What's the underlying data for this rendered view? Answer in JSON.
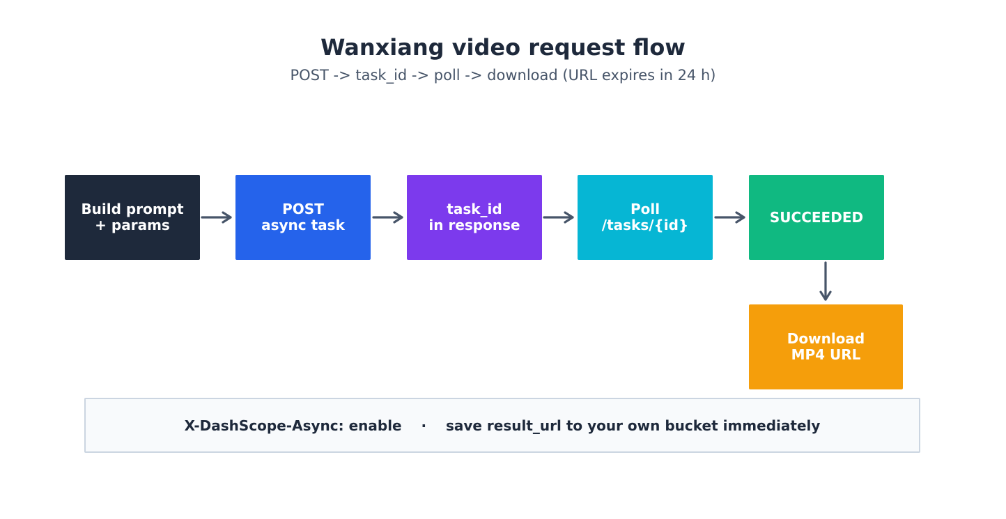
{
  "title": "Wanxiang video request flow",
  "subtitle": "POST -> task_id -> poll -> download (URL expires in 24 h)",
  "colors": {
    "arrow": "#475569",
    "step_build": "#1e293b",
    "step_post": "#2563eb",
    "step_task_id": "#7c3aed",
    "step_poll": "#06b6d4",
    "step_succeeded": "#10b981",
    "step_download": "#f59e0b"
  },
  "steps": [
    {
      "lines": [
        "Build prompt",
        "+ params"
      ]
    },
    {
      "lines": [
        "POST",
        "async task"
      ]
    },
    {
      "lines": [
        "task_id",
        "in response"
      ]
    },
    {
      "lines": [
        "Poll",
        "/tasks/{id}"
      ]
    },
    {
      "lines": [
        "SUCCEEDED"
      ]
    },
    {
      "lines": [
        "Download",
        "MP4 URL"
      ]
    }
  ],
  "note": {
    "left": "X-DashScope-Async: enable",
    "separator": "·",
    "right": "save result_url to your own bucket immediately"
  }
}
